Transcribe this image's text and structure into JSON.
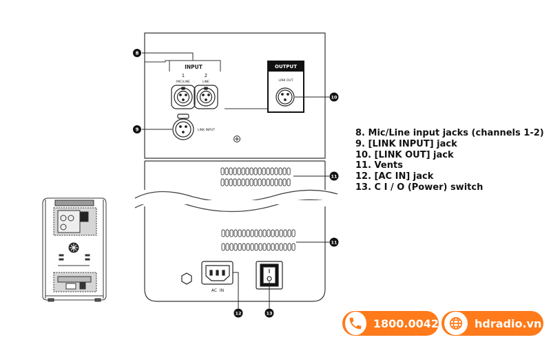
{
  "panel": {
    "input_label": "INPUT",
    "ch1_number": "1",
    "ch1_label": "MIC/LINE",
    "ch2_number": "2",
    "ch2_label": "LINE",
    "output_label": "OUTPUT",
    "link_out_label": "LINK OUT",
    "link_input_label": "LINK INPUT",
    "ac_in_label": "AC  IN"
  },
  "callouts": {
    "c8": "8",
    "c9": "9",
    "c10": "10",
    "c11a": "11",
    "c11b": "11",
    "c12": "12",
    "c13": "13"
  },
  "legend": [
    "8. Mic/Line input jacks (channels 1-2)",
    "9. [LINK INPUT] jack",
    "10. [LINK OUT] jack",
    "11. Vents",
    "12. [AC IN] jack",
    "13. C I / O (Power) switch"
  ],
  "contact": {
    "phone": "1800.0042",
    "website": "hdradio.vn",
    "accent_color": "#ff7a1a",
    "phone_icon": "phone-icon",
    "web_icon": "globe-icon"
  }
}
